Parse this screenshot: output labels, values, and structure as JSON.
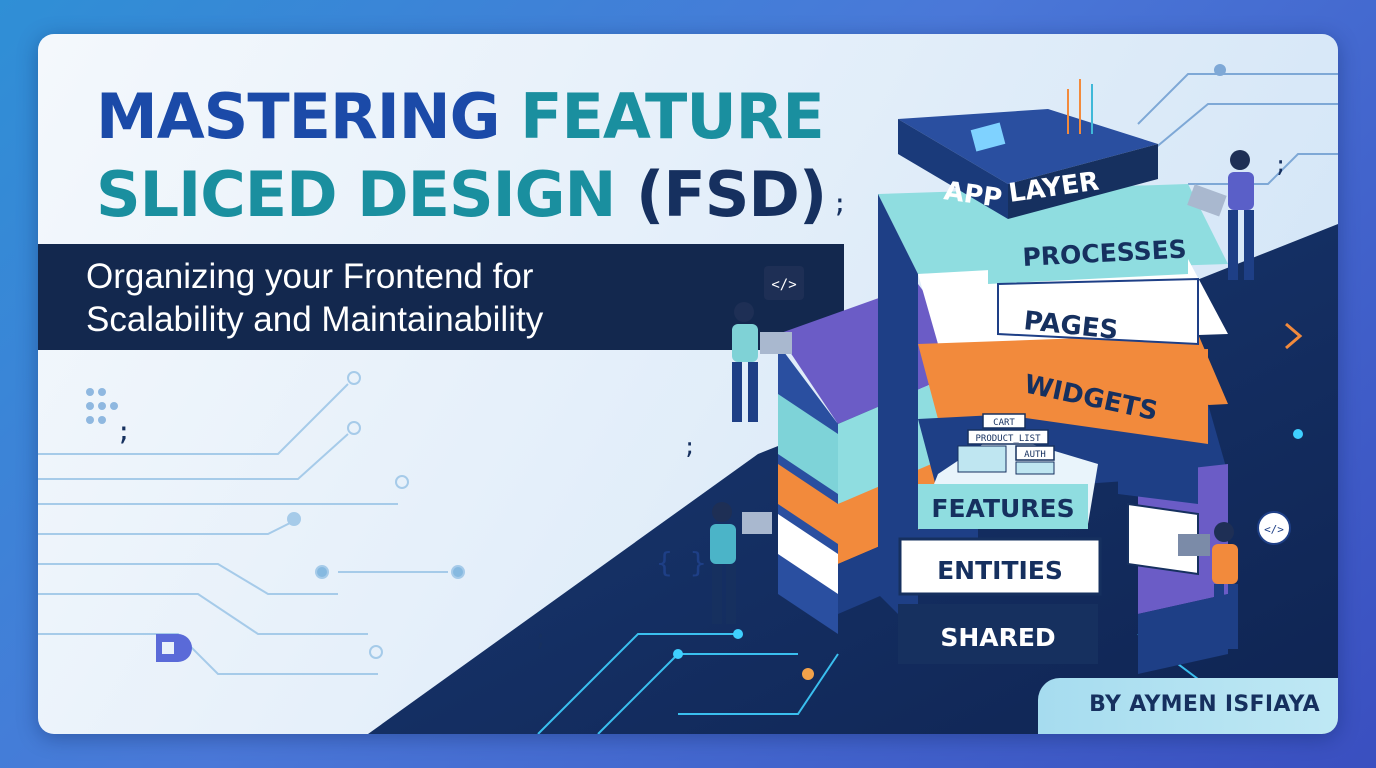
{
  "title": {
    "line1_part1": "MASTERING ",
    "line1_part2": "FEATURE",
    "line2_part1": "SLICED DESIGN ",
    "line2_part2": "(FSD)"
  },
  "subtitle": {
    "line1": "Organizing your Frontend for",
    "line2": "Scalability and Maintainability"
  },
  "layers": {
    "app": "APP",
    "layer": "LAYER",
    "processes": "PROCESSES",
    "pages": "PAGES",
    "widgets": "WIDGETS",
    "features": "FEATURES",
    "entities": "ENTITIES",
    "shared": "SHARED"
  },
  "feature_tags": {
    "cart": "CART",
    "product_list": "PRODUCT_LIST",
    "auth": "AUTH"
  },
  "byline": "BY AYMEN ISFIAYA",
  "icons": [
    "code-bracket-icon",
    "curly-braces-icon",
    "semicolon-icon",
    "gear-icon",
    "chevron-right-icon",
    "document-icon",
    "lock-icon",
    "person-icon",
    "logo-icon"
  ],
  "colors": {
    "title_blue": "#1b4aa8",
    "title_teal": "#1a8f9f",
    "title_navy": "#16305f",
    "band": "#13284e",
    "accent_orange": "#f28a3c",
    "accent_teal": "#7fd2d6",
    "accent_purple": "#6a5bc4"
  }
}
